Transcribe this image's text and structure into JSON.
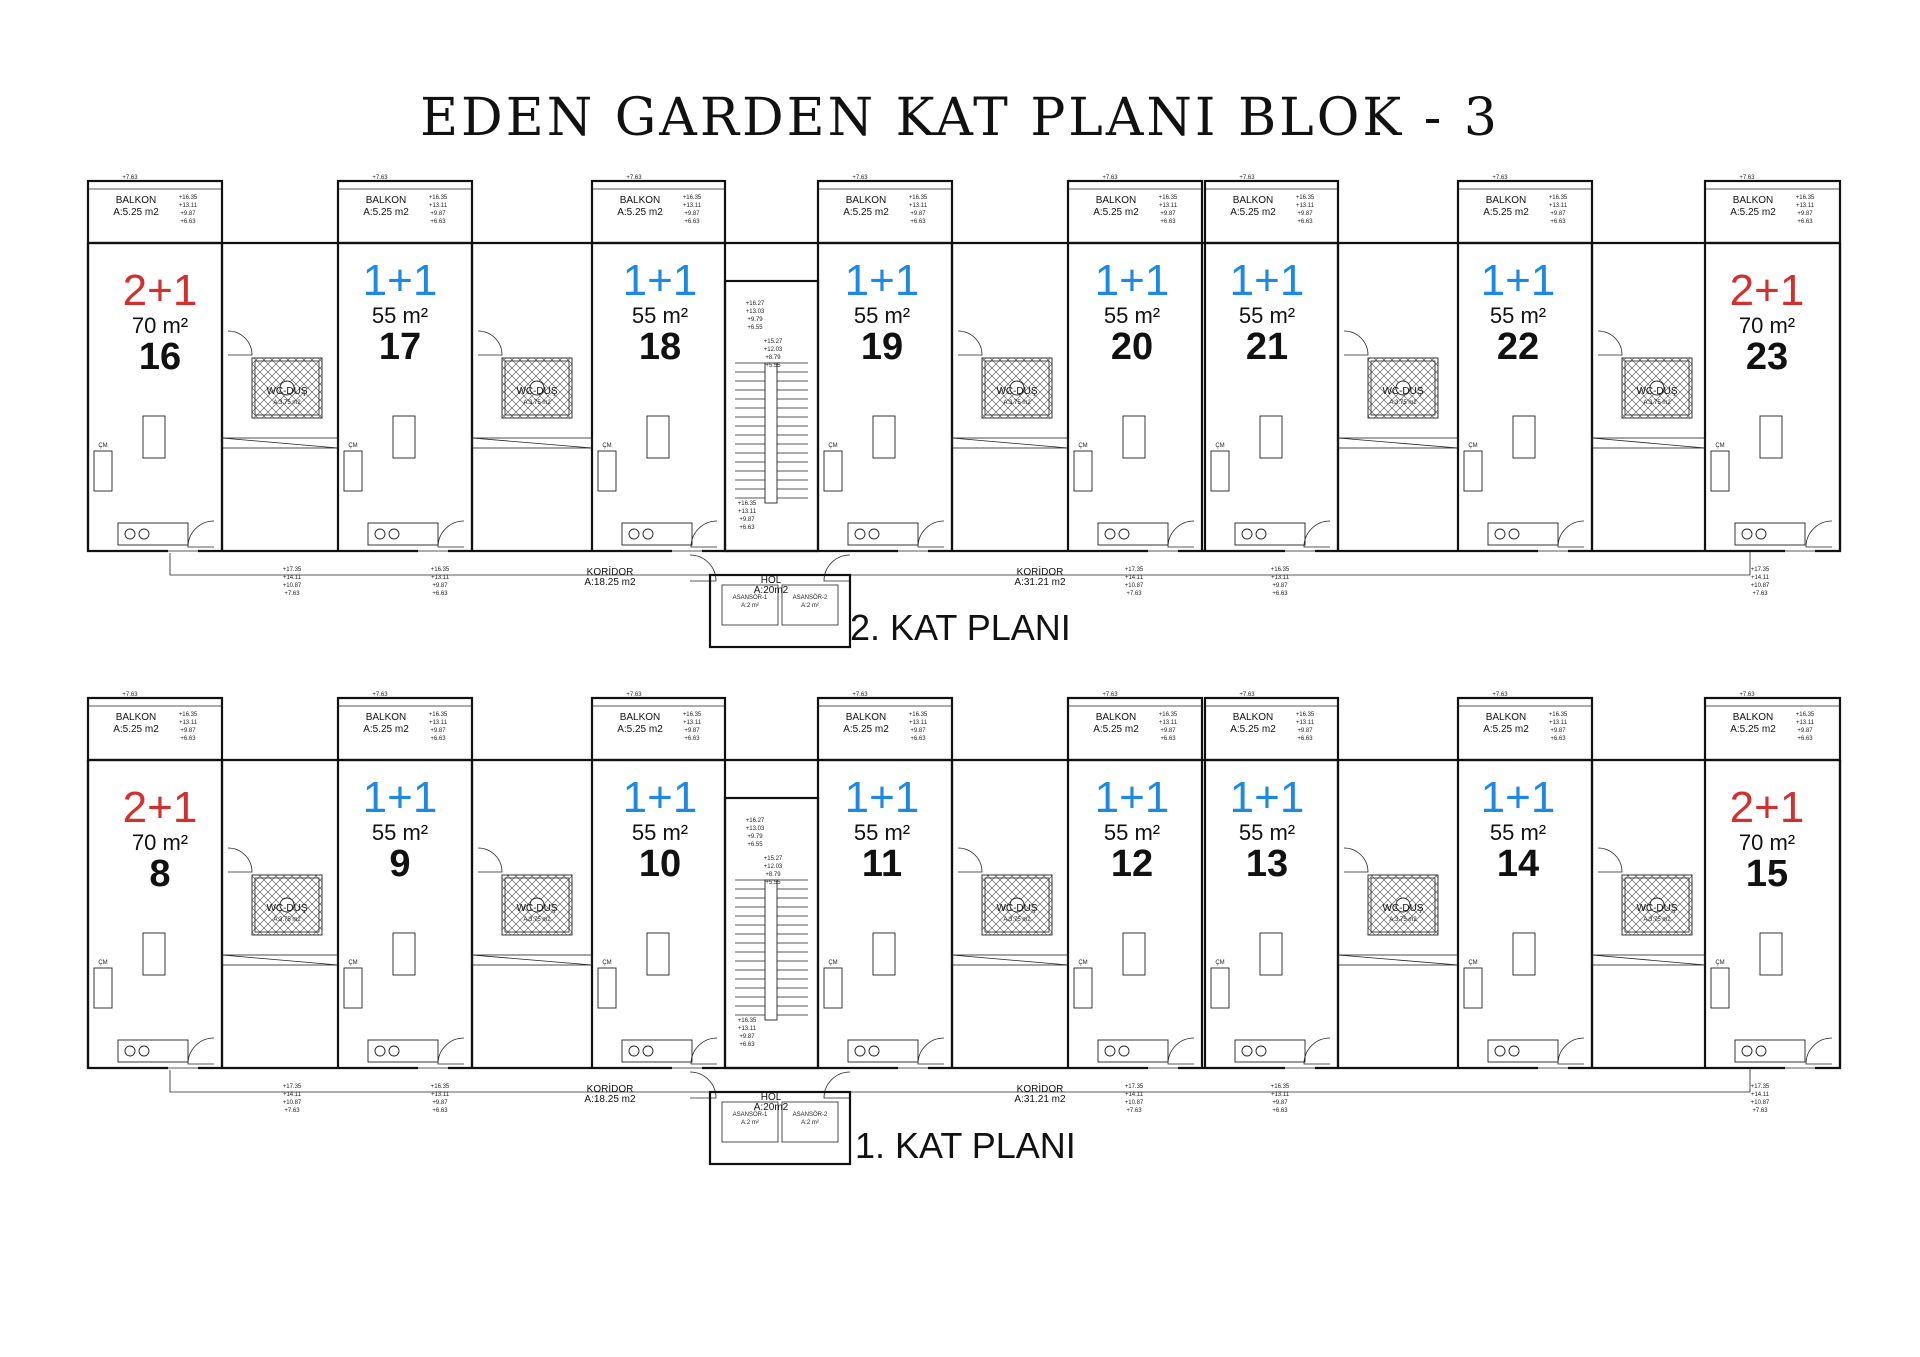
{
  "title": "EDEN GARDEN KAT PLANI BLOK - 3",
  "colors": {
    "two_plus_one": "#d32f2f",
    "one_plus_one": "#1e88e5",
    "ink": "#111111"
  },
  "labels": {
    "balcony": "BALKON",
    "balcony_area": "A:5.25 m2",
    "wc": "WC-DUŞ",
    "wc_area": "A:3.75 m2",
    "corridor": "KORİDOR",
    "corridor_left_area": "A:18.25 m2",
    "corridor_right_area": "A:31.21 m2",
    "hall": "HOL",
    "hall_area": "A:20m2",
    "elevator1": "ASANSÖR-1",
    "elevator2": "ASANSÖR-2",
    "elevator_area": "A:2 m²",
    "cm": "ÇM",
    "level_top": "+7.63",
    "levels_balcony": [
      "+16.35",
      "+13.11",
      "+9.87",
      "+6.63"
    ],
    "levels_corridor": [
      "+17.35",
      "+14.11",
      "+10.87",
      "+7.63"
    ],
    "levels_stair": [
      "+16.27",
      "+13.03",
      "+9.79",
      "+6.55"
    ],
    "levels_stair2": [
      "+15.27",
      "+12.03",
      "+8.79",
      "+5.55"
    ],
    "levels_stair3": [
      "+16.35",
      "+13.11",
      "+9.87",
      "+6.63"
    ]
  },
  "floors": [
    {
      "name": "2. KAT PLANI",
      "units": [
        {
          "type": "2+1",
          "area": "70 m²",
          "number": "16"
        },
        {
          "type": "1+1",
          "area": "55 m²",
          "number": "17"
        },
        {
          "type": "1+1",
          "area": "55 m²",
          "number": "18"
        },
        {
          "type": "1+1",
          "area": "55 m²",
          "number": "19"
        },
        {
          "type": "1+1",
          "area": "55 m²",
          "number": "20"
        },
        {
          "type": "1+1",
          "area": "55 m²",
          "number": "21"
        },
        {
          "type": "1+1",
          "area": "55 m²",
          "number": "22"
        },
        {
          "type": "2+1",
          "area": "70 m²",
          "number": "23"
        }
      ]
    },
    {
      "name": "1. KAT PLANI",
      "units": [
        {
          "type": "2+1",
          "area": "70 m²",
          "number": "8"
        },
        {
          "type": "1+1",
          "area": "55 m²",
          "number": "9"
        },
        {
          "type": "1+1",
          "area": "55 m²",
          "number": "10"
        },
        {
          "type": "1+1",
          "area": "55 m²",
          "number": "11"
        },
        {
          "type": "1+1",
          "area": "55 m²",
          "number": "12"
        },
        {
          "type": "1+1",
          "area": "55 m²",
          "number": "13"
        },
        {
          "type": "1+1",
          "area": "55 m²",
          "number": "14"
        },
        {
          "type": "2+1",
          "area": "70 m²",
          "number": "15"
        }
      ]
    }
  ]
}
